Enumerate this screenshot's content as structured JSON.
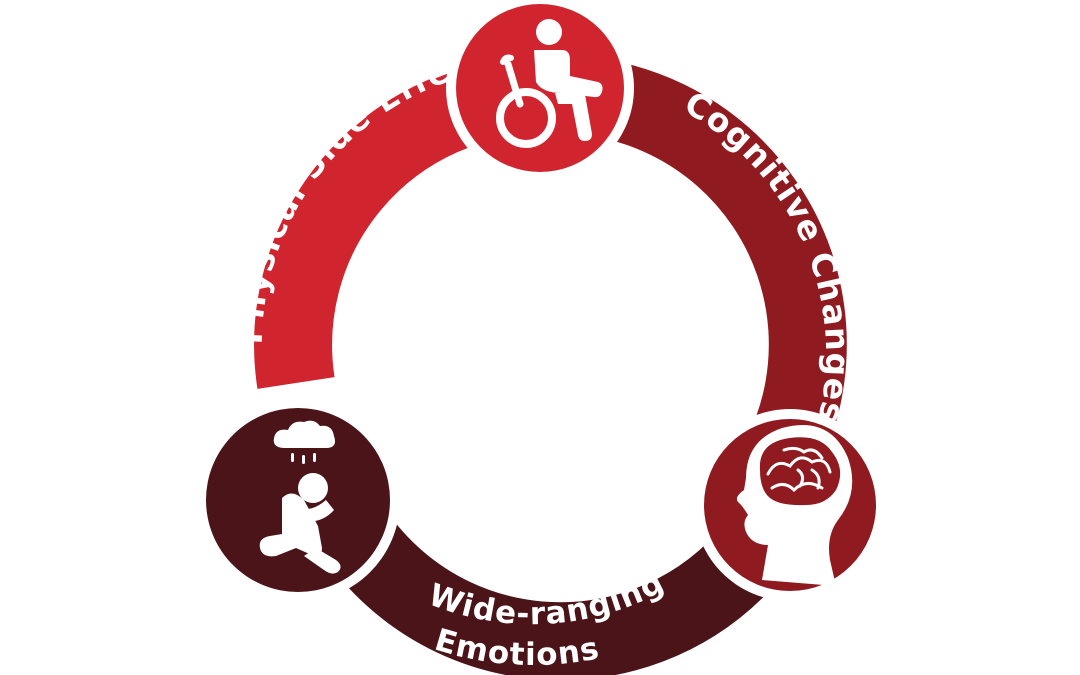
{
  "segments": [
    {
      "label": "Physical Side Effects",
      "color": "#d0242f",
      "icon": "wheelchair-icon"
    },
    {
      "label": "Cognitive Changes",
      "color": "#8f1a20",
      "icon": "brain-head-icon"
    },
    {
      "label_lines": [
        "Wide-ranging",
        "Emotions"
      ],
      "color": "#4a1418",
      "icon": "sad-person-cloud-icon"
    }
  ],
  "colors": {
    "background": "#ffffff",
    "icon": "#ffffff"
  }
}
